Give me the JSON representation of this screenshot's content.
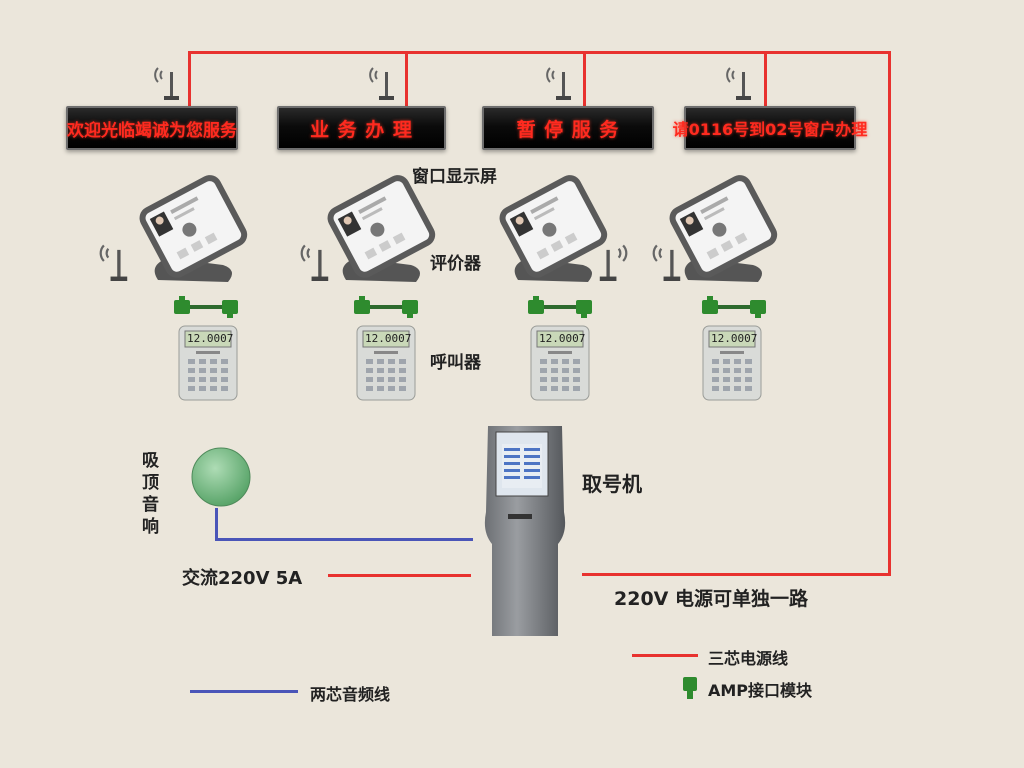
{
  "displays": [
    {
      "text": "欢迎光临竭诚为您服务"
    },
    {
      "text": "业 务 办 理"
    },
    {
      "text": "暂 停 服 务"
    },
    {
      "text": "请0116号到02号窗户办理"
    }
  ],
  "labels": {
    "window_display": "窗口显示屏",
    "evaluator": "评价器",
    "caller": "呼叫器",
    "ceiling_speaker": "吸顶音响",
    "ticket_machine": "取号机",
    "ac_power": "交流220V 5A",
    "power_note": "220V 电源可单独一路"
  },
  "caller_display": "12.0007",
  "legend": {
    "power_line": "三芯电源线",
    "amp_module": "AMP接口模块",
    "audio_line": "两芯音频线"
  },
  "colors": {
    "power_line": "#e8322f",
    "audio_line": "#4a55b8",
    "amp_module": "#2e8b2e",
    "led_text": "#ff2a1f",
    "background": "#ebe6db"
  }
}
